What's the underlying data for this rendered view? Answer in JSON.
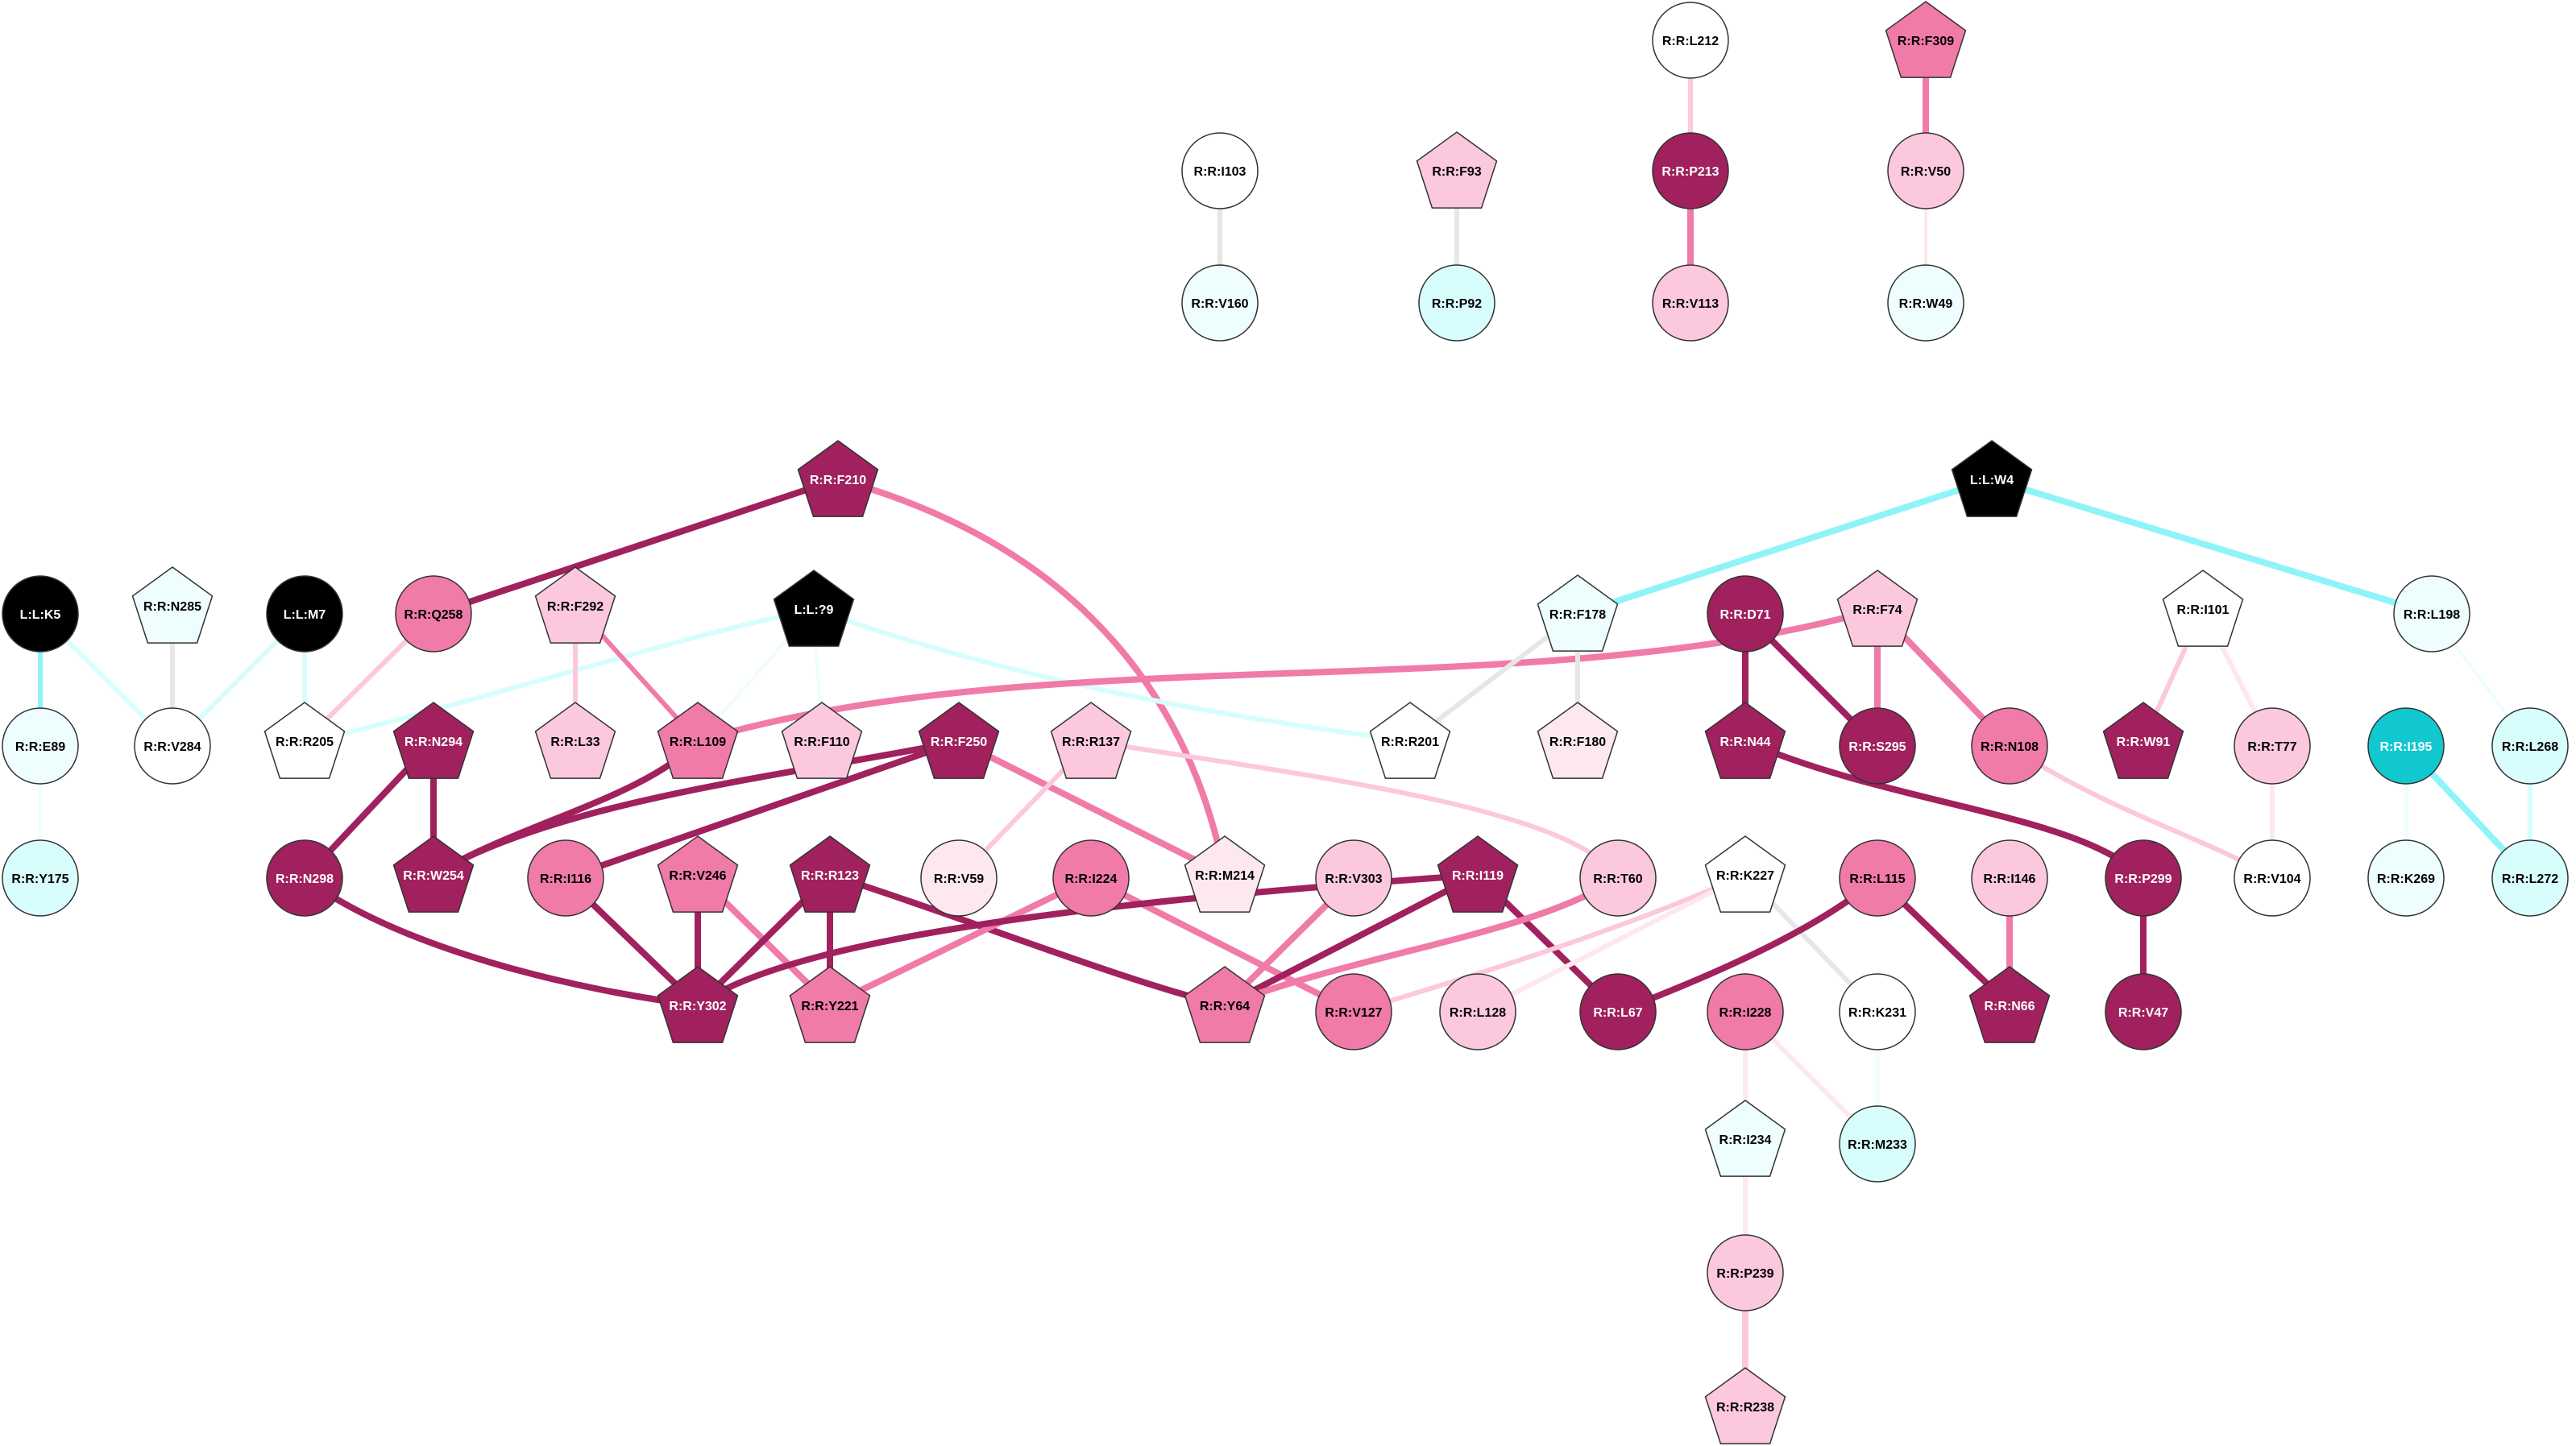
{
  "colors": {
    "dark": "#A0215D",
    "mid": "#F07AA8",
    "light": "#FCC8DD",
    "faint": "#FDE8F0",
    "white": "#FFFFFF",
    "cyan_faint": "#EEFDFD",
    "cyan_light": "#D8FDFD",
    "cyan_strong": "#12C8D0",
    "cyan_edge": "#8FF4F8",
    "gray": "#E6E6E6",
    "black": "#000000"
  },
  "nodes": [
    {
      "id": "L:L:K5",
      "label": "L:L:K5",
      "shape": "circle",
      "fill": "black"
    },
    {
      "id": "R:R:N285",
      "label": "R:R:N285",
      "shape": "pentagon",
      "fill": "cyan_faint"
    },
    {
      "id": "L:L:M7",
      "label": "L:L:M7",
      "shape": "circle",
      "fill": "black"
    },
    {
      "id": "R:R:Q258",
      "label": "R:R:Q258",
      "shape": "circle",
      "fill": "mid"
    },
    {
      "id": "R:R:F292",
      "label": "R:R:F292",
      "shape": "pentagon",
      "fill": "light"
    },
    {
      "id": "L:L:?9",
      "label": "L:L:?9",
      "shape": "pentagon",
      "fill": "black"
    },
    {
      "id": "R:R:F210",
      "label": "R:R:F210",
      "shape": "pentagon",
      "fill": "dark"
    },
    {
      "id": "R:R:E89",
      "label": "R:R:E89",
      "shape": "circle",
      "fill": "cyan_faint"
    },
    {
      "id": "R:R:V284",
      "label": "R:R:V284",
      "shape": "circle",
      "fill": "white"
    },
    {
      "id": "R:R:R205",
      "label": "R:R:R205",
      "shape": "pentagon",
      "fill": "white"
    },
    {
      "id": "R:R:N294",
      "label": "R:R:N294",
      "shape": "pentagon",
      "fill": "dark"
    },
    {
      "id": "R:R:L33",
      "label": "R:R:L33",
      "shape": "pentagon",
      "fill": "light"
    },
    {
      "id": "R:R:L109",
      "label": "R:R:L109",
      "shape": "pentagon",
      "fill": "mid"
    },
    {
      "id": "R:R:F110",
      "label": "R:R:F110",
      "shape": "pentagon",
      "fill": "light"
    },
    {
      "id": "R:R:F250",
      "label": "R:R:F250",
      "shape": "pentagon",
      "fill": "dark"
    },
    {
      "id": "R:R:R137",
      "label": "R:R:R137",
      "shape": "pentagon",
      "fill": "light"
    },
    {
      "id": "R:R:Y175",
      "label": "R:R:Y175",
      "shape": "circle",
      "fill": "cyan_light"
    },
    {
      "id": "R:R:N298",
      "label": "R:R:N298",
      "shape": "circle",
      "fill": "dark"
    },
    {
      "id": "R:R:W254",
      "label": "R:R:W254",
      "shape": "pentagon",
      "fill": "dark"
    },
    {
      "id": "R:R:I116",
      "label": "R:R:I116",
      "shape": "circle",
      "fill": "mid"
    },
    {
      "id": "R:R:V246",
      "label": "R:R:V246",
      "shape": "pentagon",
      "fill": "mid"
    },
    {
      "id": "R:R:R123",
      "label": "R:R:R123",
      "shape": "pentagon",
      "fill": "dark"
    },
    {
      "id": "R:R:V59",
      "label": "R:R:V59",
      "shape": "circle",
      "fill": "faint"
    },
    {
      "id": "R:R:I224",
      "label": "R:R:I224",
      "shape": "circle",
      "fill": "mid"
    },
    {
      "id": "R:R:M214",
      "label": "R:R:M214",
      "shape": "pentagon",
      "fill": "faint"
    },
    {
      "id": "R:R:V303",
      "label": "R:R:V303",
      "shape": "circle",
      "fill": "light"
    },
    {
      "id": "R:R:I119",
      "label": "R:R:I119",
      "shape": "pentagon",
      "fill": "dark"
    },
    {
      "id": "R:R:T60",
      "label": "R:R:T60",
      "shape": "circle",
      "fill": "light"
    },
    {
      "id": "R:R:Y302",
      "label": "R:R:Y302",
      "shape": "pentagon",
      "fill": "dark"
    },
    {
      "id": "R:R:Y221",
      "label": "R:R:Y221",
      "shape": "pentagon",
      "fill": "mid"
    },
    {
      "id": "R:R:Y64",
      "label": "R:R:Y64",
      "shape": "pentagon",
      "fill": "mid"
    },
    {
      "id": "R:R:V127",
      "label": "R:R:V127",
      "shape": "circle",
      "fill": "mid"
    },
    {
      "id": "R:R:L128",
      "label": "R:R:L128",
      "shape": "circle",
      "fill": "light"
    },
    {
      "id": "R:R:L67",
      "label": "R:R:L67",
      "shape": "circle",
      "fill": "dark"
    },
    {
      "id": "R:R:I103",
      "label": "R:R:I103",
      "shape": "circle",
      "fill": "white"
    },
    {
      "id": "R:R:V160",
      "label": "R:R:V160",
      "shape": "circle",
      "fill": "cyan_faint"
    },
    {
      "id": "R:R:F93",
      "label": "R:R:F93",
      "shape": "pentagon",
      "fill": "light"
    },
    {
      "id": "R:R:P92",
      "label": "R:R:P92",
      "shape": "circle",
      "fill": "cyan_light"
    },
    {
      "id": "R:R:L212",
      "label": "R:R:L212",
      "shape": "circle",
      "fill": "white"
    },
    {
      "id": "R:R:P213",
      "label": "R:R:P213",
      "shape": "circle",
      "fill": "dark"
    },
    {
      "id": "R:R:V113",
      "label": "R:R:V113",
      "shape": "circle",
      "fill": "light"
    },
    {
      "id": "R:R:F309",
      "label": "R:R:F309",
      "shape": "pentagon",
      "fill": "mid"
    },
    {
      "id": "R:R:V50",
      "label": "R:R:V50",
      "shape": "circle",
      "fill": "light"
    },
    {
      "id": "R:R:W49",
      "label": "R:R:W49",
      "shape": "circle",
      "fill": "cyan_faint"
    },
    {
      "id": "L:L:W4",
      "label": "L:L:W4",
      "shape": "pentagon",
      "fill": "black"
    },
    {
      "id": "R:R:F178",
      "label": "R:R:F178",
      "shape": "pentagon",
      "fill": "cyan_faint"
    },
    {
      "id": "R:R:D71",
      "label": "R:R:D71",
      "shape": "circle",
      "fill": "dark"
    },
    {
      "id": "R:R:F74",
      "label": "R:R:F74",
      "shape": "pentagon",
      "fill": "light"
    },
    {
      "id": "R:R:I101",
      "label": "R:R:I101",
      "shape": "pentagon",
      "fill": "white"
    },
    {
      "id": "R:R:L198",
      "label": "R:R:L198",
      "shape": "circle",
      "fill": "cyan_faint"
    },
    {
      "id": "R:R:R201",
      "label": "R:R:R201",
      "shape": "pentagon",
      "fill": "white"
    },
    {
      "id": "R:R:F180",
      "label": "R:R:F180",
      "shape": "pentagon",
      "fill": "faint"
    },
    {
      "id": "R:R:N44",
      "label": "R:R:N44",
      "shape": "pentagon",
      "fill": "dark"
    },
    {
      "id": "R:R:S295",
      "label": "R:R:S295",
      "shape": "circle",
      "fill": "dark"
    },
    {
      "id": "R:R:N108",
      "label": "R:R:N108",
      "shape": "circle",
      "fill": "mid"
    },
    {
      "id": "R:R:W91",
      "label": "R:R:W91",
      "shape": "pentagon",
      "fill": "dark"
    },
    {
      "id": "R:R:T77",
      "label": "R:R:T77",
      "shape": "circle",
      "fill": "light"
    },
    {
      "id": "R:R:I195",
      "label": "R:R:I195",
      "shape": "circle",
      "fill": "cyan_strong"
    },
    {
      "id": "R:R:L268",
      "label": "R:R:L268",
      "shape": "circle",
      "fill": "cyan_light"
    },
    {
      "id": "R:R:K227",
      "label": "R:R:K227",
      "shape": "pentagon",
      "fill": "white"
    },
    {
      "id": "R:R:L115",
      "label": "R:R:L115",
      "shape": "circle",
      "fill": "mid"
    },
    {
      "id": "R:R:I146",
      "label": "R:R:I146",
      "shape": "circle",
      "fill": "light"
    },
    {
      "id": "R:R:P299",
      "label": "R:R:P299",
      "shape": "circle",
      "fill": "dark"
    },
    {
      "id": "R:R:V104",
      "label": "R:R:V104",
      "shape": "circle",
      "fill": "white"
    },
    {
      "id": "R:R:K269",
      "label": "R:R:K269",
      "shape": "circle",
      "fill": "cyan_faint"
    },
    {
      "id": "R:R:L272",
      "label": "R:R:L272",
      "shape": "circle",
      "fill": "cyan_light"
    },
    {
      "id": "R:R:I228",
      "label": "R:R:I228",
      "shape": "circle",
      "fill": "mid"
    },
    {
      "id": "R:R:K231",
      "label": "R:R:K231",
      "shape": "circle",
      "fill": "white"
    },
    {
      "id": "R:R:N66",
      "label": "R:R:N66",
      "shape": "pentagon",
      "fill": "dark"
    },
    {
      "id": "R:R:V47",
      "label": "R:R:V47",
      "shape": "circle",
      "fill": "dark"
    },
    {
      "id": "R:R:I234",
      "label": "R:R:I234",
      "shape": "pentagon",
      "fill": "cyan_faint"
    },
    {
      "id": "R:R:M233",
      "label": "R:R:M233",
      "shape": "circle",
      "fill": "cyan_light"
    },
    {
      "id": "R:R:P239",
      "label": "R:R:P239",
      "shape": "circle",
      "fill": "light"
    },
    {
      "id": "R:R:R238",
      "label": "R:R:R238",
      "shape": "pentagon",
      "fill": "light"
    }
  ],
  "edges": [
    {
      "from": "L:L:K5",
      "to": "R:R:E89",
      "color": "cyan_edge",
      "weight": "mid"
    },
    {
      "from": "L:L:K5",
      "to": "R:R:V284",
      "color": "cyan_light",
      "weight": "mid"
    },
    {
      "from": "R:R:E89",
      "to": "R:R:Y175",
      "color": "cyan_faint",
      "weight": "thin"
    },
    {
      "from": "R:R:N285",
      "to": "R:R:V284",
      "color": "gray",
      "weight": "mid"
    },
    {
      "from": "L:L:M7",
      "to": "R:R:V284",
      "color": "cyan_light",
      "weight": "mid"
    },
    {
      "from": "L:L:M7",
      "to": "R:R:R205",
      "color": "cyan_light",
      "weight": "mid"
    },
    {
      "from": "R:R:Q258",
      "to": "R:R:R205",
      "color": "light",
      "weight": "mid"
    },
    {
      "from": "R:R:Q258",
      "to": "R:R:F210",
      "color": "dark",
      "weight": "thick"
    },
    {
      "from": "R:R:F210",
      "to": "R:R:M214",
      "color": "mid",
      "weight": "thick"
    },
    {
      "from": "L:L:?9",
      "to": "R:R:R205",
      "color": "cyan_light",
      "weight": "mid"
    },
    {
      "from": "L:L:?9",
      "to": "R:R:L109",
      "color": "cyan_faint",
      "weight": "thin"
    },
    {
      "from": "L:L:?9",
      "to": "R:R:F110",
      "color": "cyan_faint",
      "weight": "thin"
    },
    {
      "from": "L:L:?9",
      "to": "R:R:R201",
      "color": "cyan_light",
      "weight": "mid"
    },
    {
      "from": "R:R:F292",
      "to": "R:R:L33",
      "color": "light",
      "weight": "mid"
    },
    {
      "from": "R:R:F292",
      "to": "R:R:L109",
      "color": "mid",
      "weight": "mid"
    },
    {
      "from": "R:R:L109",
      "to": "R:R:W254",
      "color": "dark",
      "weight": "thick"
    },
    {
      "from": "R:R:L109",
      "to": "R:R:F74",
      "color": "mid",
      "weight": "thick"
    },
    {
      "from": "R:R:N294",
      "to": "R:R:W254",
      "color": "dark",
      "weight": "thick"
    },
    {
      "from": "R:R:N294",
      "to": "R:R:N298",
      "color": "dark",
      "weight": "thick"
    },
    {
      "from": "R:R:N298",
      "to": "R:R:Y302",
      "color": "dark",
      "weight": "thick"
    },
    {
      "from": "R:R:F250",
      "to": "R:R:W254",
      "color": "dark",
      "weight": "thick"
    },
    {
      "from": "R:R:F250",
      "to": "R:R:I116",
      "color": "dark",
      "weight": "thick"
    },
    {
      "from": "R:R:F250",
      "to": "R:R:M214",
      "color": "mid",
      "weight": "thick"
    },
    {
      "from": "R:R:R137",
      "to": "R:R:V59",
      "color": "light",
      "weight": "mid"
    },
    {
      "from": "R:R:R137",
      "to": "R:R:T60",
      "color": "light",
      "weight": "mid"
    },
    {
      "from": "R:R:I116",
      "to": "R:R:Y302",
      "color": "dark",
      "weight": "thick"
    },
    {
      "from": "R:R:V246",
      "to": "R:R:Y302",
      "color": "dark",
      "weight": "thick"
    },
    {
      "from": "R:R:V246",
      "to": "R:R:Y221",
      "color": "mid",
      "weight": "thick"
    },
    {
      "from": "R:R:R123",
      "to": "R:R:Y302",
      "color": "dark",
      "weight": "thick"
    },
    {
      "from": "R:R:R123",
      "to": "R:R:Y221",
      "color": "dark",
      "weight": "thick"
    },
    {
      "from": "R:R:R123",
      "to": "R:R:Y64",
      "color": "dark",
      "weight": "thick"
    },
    {
      "from": "R:R:I224",
      "to": "R:R:Y221",
      "color": "mid",
      "weight": "thick"
    },
    {
      "from": "R:R:I224",
      "to": "R:R:V127",
      "color": "mid",
      "weight": "thick"
    },
    {
      "from": "R:R:V303",
      "to": "R:R:Y64",
      "color": "mid",
      "weight": "thick"
    },
    {
      "from": "R:R:I119",
      "to": "R:R:Y302",
      "color": "dark",
      "weight": "thick"
    },
    {
      "from": "R:R:I119",
      "to": "R:R:Y64",
      "color": "dark",
      "weight": "thick"
    },
    {
      "from": "R:R:I119",
      "to": "R:R:L67",
      "color": "dark",
      "weight": "thick"
    },
    {
      "from": "R:R:T60",
      "to": "R:R:Y64",
      "color": "mid",
      "weight": "thick"
    },
    {
      "from": "R:R:K227",
      "to": "R:R:V127",
      "color": "light",
      "weight": "mid"
    },
    {
      "from": "R:R:K227",
      "to": "R:R:L128",
      "color": "faint",
      "weight": "mid"
    },
    {
      "from": "R:R:K227",
      "to": "R:R:K231",
      "color": "gray",
      "weight": "mid"
    },
    {
      "from": "R:R:L115",
      "to": "R:R:L67",
      "color": "dark",
      "weight": "thick"
    },
    {
      "from": "R:R:L115",
      "to": "R:R:N66",
      "color": "dark",
      "weight": "thick"
    },
    {
      "from": "R:R:I146",
      "to": "R:R:N66",
      "color": "mid",
      "weight": "thick"
    },
    {
      "from": "R:R:I103",
      "to": "R:R:V160",
      "color": "gray",
      "weight": "mid"
    },
    {
      "from": "R:R:F93",
      "to": "R:R:P92",
      "color": "gray",
      "weight": "mid"
    },
    {
      "from": "R:R:L212",
      "to": "R:R:P213",
      "color": "light",
      "weight": "mid"
    },
    {
      "from": "R:R:P213",
      "to": "R:R:V113",
      "color": "mid",
      "weight": "thick"
    },
    {
      "from": "R:R:F309",
      "to": "R:R:V50",
      "color": "mid",
      "weight": "thick"
    },
    {
      "from": "R:R:V50",
      "to": "R:R:W49",
      "color": "faint",
      "weight": "thin"
    },
    {
      "from": "L:L:W4",
      "to": "R:R:F178",
      "color": "cyan_edge",
      "weight": "thick"
    },
    {
      "from": "L:L:W4",
      "to": "R:R:L198",
      "color": "cyan_edge",
      "weight": "thick"
    },
    {
      "from": "R:R:F178",
      "to": "R:R:R201",
      "color": "gray",
      "weight": "mid"
    },
    {
      "from": "R:R:F178",
      "to": "R:R:F180",
      "color": "gray",
      "weight": "mid"
    },
    {
      "from": "R:R:D71",
      "to": "R:R:N44",
      "color": "dark",
      "weight": "thick"
    },
    {
      "from": "R:R:D71",
      "to": "R:R:S295",
      "color": "dark",
      "weight": "thick"
    },
    {
      "from": "R:R:F74",
      "to": "R:R:S295",
      "color": "mid",
      "weight": "thick"
    },
    {
      "from": "R:R:F74",
      "to": "R:R:N108",
      "color": "mid",
      "weight": "thick"
    },
    {
      "from": "R:R:N44",
      "to": "R:R:P299",
      "color": "dark",
      "weight": "thick"
    },
    {
      "from": "R:R:N108",
      "to": "R:R:V104",
      "color": "light",
      "weight": "mid"
    },
    {
      "from": "R:R:I101",
      "to": "R:R:W91",
      "color": "light",
      "weight": "mid"
    },
    {
      "from": "R:R:I101",
      "to": "R:R:T77",
      "color": "faint",
      "weight": "mid"
    },
    {
      "from": "R:R:T77",
      "to": "R:R:V104",
      "color": "faint",
      "weight": "mid"
    },
    {
      "from": "R:R:L198",
      "to": "R:R:L268",
      "color": "cyan_faint",
      "weight": "thin"
    },
    {
      "from": "R:R:I195",
      "to": "R:R:K269",
      "color": "cyan_faint",
      "weight": "mid"
    },
    {
      "from": "R:R:I195",
      "to": "R:R:L272",
      "color": "cyan_edge",
      "weight": "thick"
    },
    {
      "from": "R:R:L268",
      "to": "R:R:L272",
      "color": "cyan_light",
      "weight": "mid"
    },
    {
      "from": "R:R:P299",
      "to": "R:R:V47",
      "color": "dark",
      "weight": "thick"
    },
    {
      "from": "R:R:I228",
      "to": "R:R:I234",
      "color": "faint",
      "weight": "mid"
    },
    {
      "from": "R:R:I228",
      "to": "R:R:M233",
      "color": "faint",
      "weight": "mid"
    },
    {
      "from": "R:R:K231",
      "to": "R:R:M233",
      "color": "cyan_faint",
      "weight": "mid"
    },
    {
      "from": "R:R:I234",
      "to": "R:R:P239",
      "color": "faint",
      "weight": "mid"
    },
    {
      "from": "R:R:P239",
      "to": "R:R:R238",
      "color": "light",
      "weight": "thick"
    }
  ]
}
